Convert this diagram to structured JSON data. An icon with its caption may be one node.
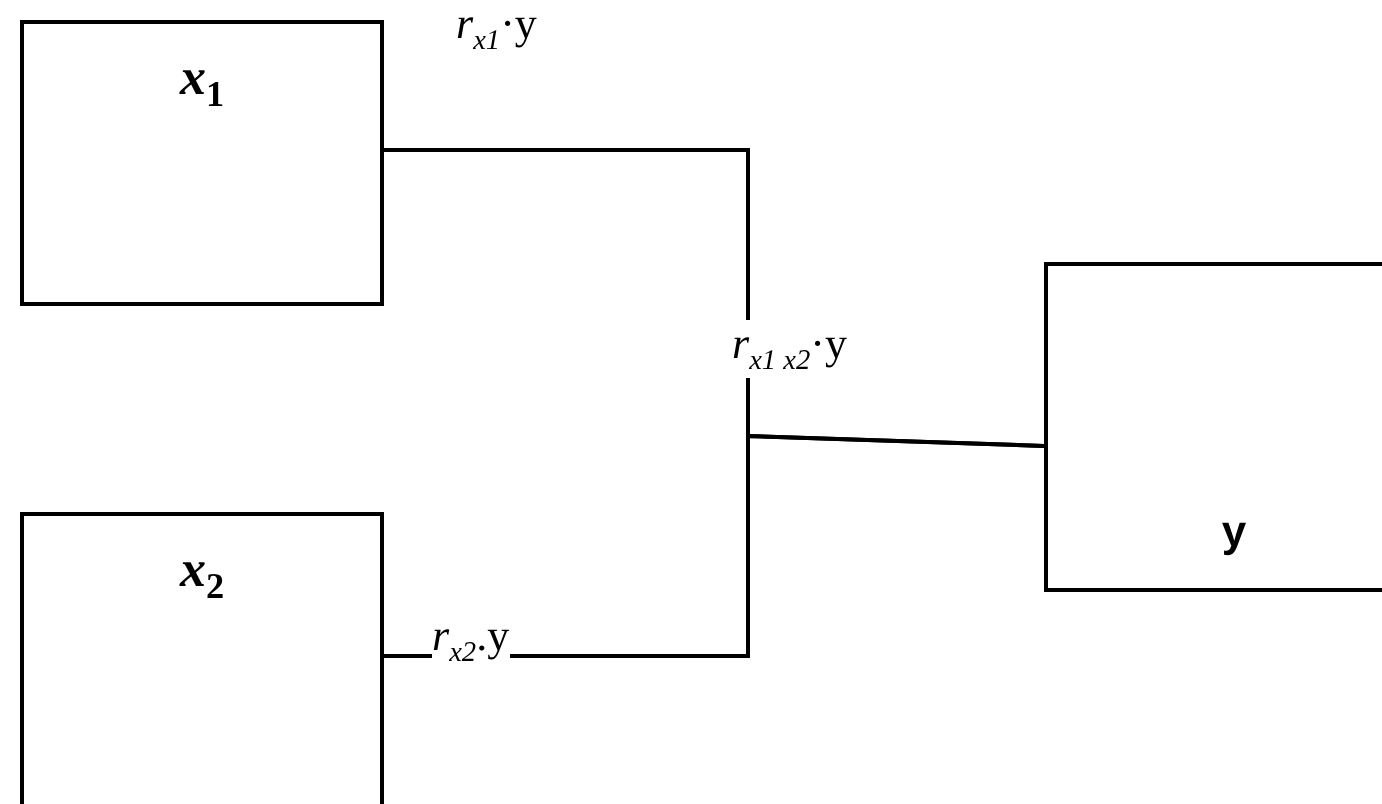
{
  "diagram": {
    "nodes": [
      {
        "text": [
          "x$_{1}$"
        ]
      },
      {
        "text": [
          "x$_{2}$"
        ]
      },
      {
        "text": [
          "y"
        ]
      }
    ],
    "edges": [
      {
        "from": 0,
        "to": 2,
        "arrow": "none",
        "label": "*r*$_{x1}$·y"
      },
      {
        "from": 1,
        "to": 2,
        "arrow": "none",
        "label": "*r*$_{x2}$.y"
      }
    ],
    "labels": [
      "*r*$_{x1 x2}$·y"
    ]
  }
}
